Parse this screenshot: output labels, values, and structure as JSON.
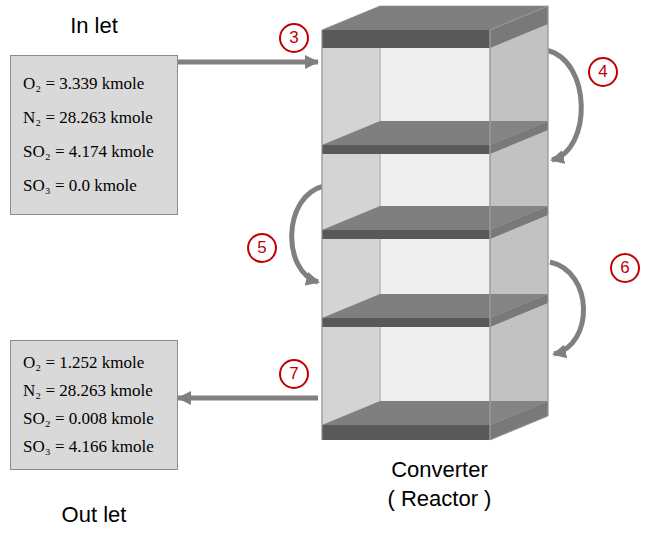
{
  "diagram": {
    "nodes": [
      {
        "text": [
          "In let",
          "O₂ = 3.339 kmole",
          "N₂ = 28.263 kmole",
          "SO₂ = 4.174 kmole",
          "SO₃ = 0.0 kmole"
        ]
      },
      {
        "text": [
          "Converter ( Reactor )"
        ]
      },
      {
        "text": [
          "O₂ = 1.252 kmole",
          "N₂ = 28.263 kmole",
          "SO₂ = 0.008 kmole",
          "SO₃ = 4.166 kmole",
          "Out let"
        ]
      }
    ],
    "edges": [
      {
        "from": 0,
        "to": 1,
        "arrow": "to",
        "label": "3"
      },
      {
        "from": 1,
        "to": 2,
        "arrow": "to",
        "label": "7"
      }
    ],
    "labels": [
      "4",
      "5",
      "6"
    ]
  }
}
